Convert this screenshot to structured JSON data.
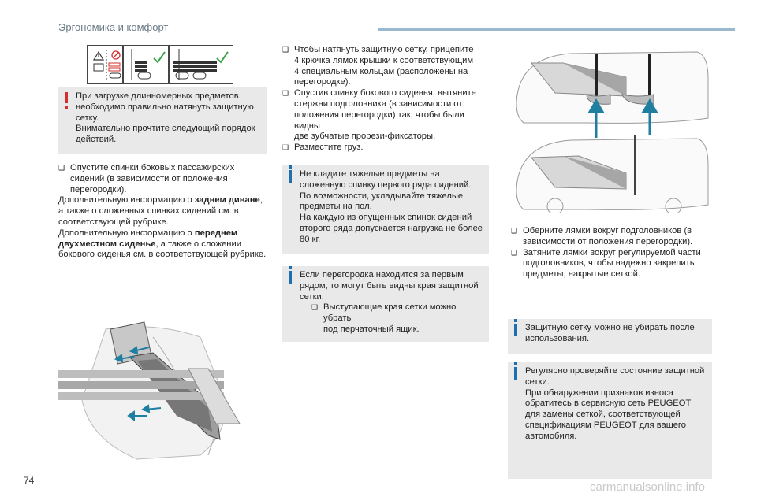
{
  "header": {
    "title": "Эргономика и комфорт"
  },
  "page_number": "74",
  "watermark": "carmanualsonline.info",
  "col1": {
    "warning_lines": [
      "При загрузке длинномерных предметов",
      "необходимо правильно натянуть защитную",
      "сетку.",
      "Внимательно прочтите следующий порядок",
      "действий."
    ],
    "step1": [
      "Опустите спинки боковых пассажирских",
      "сидений (в зависимости от положения",
      "перегородки)."
    ],
    "p1_before": "Дополнительную информацию о ",
    "p1_bold": "заднем диване",
    "p1_after": ",",
    "p1_line2": "а также о сложенных спинках сидений см. в",
    "p1_line3": "соответствующей рубрике.",
    "p2_before": "Дополнительную информацию о ",
    "p2_bold1": "переднем",
    "p2_bold2": "двухместном сиденье",
    "p2_after": ", а также о сложении",
    "p2_line3": "бокового сиденья см. в соответствующей рубрике."
  },
  "col2": {
    "step1": [
      "Чтобы натянуть защитную сетку, прицепите",
      "4 крючка лямок крышки к соответствующим",
      "4 специальным кольцам (расположены на",
      "перегородке)."
    ],
    "step2": [
      "Опустив спинку бокового сиденья, вытяните",
      "стержни подголовника (в зависимости от",
      "положения перегородки) так, чтобы были видны",
      "две зубчатые прорези-фиксаторы."
    ],
    "step3": [
      "Разместите груз."
    ],
    "info1": [
      "Не кладите тяжелые предметы на",
      "сложенную спинку первого ряда сидений.",
      "По возможности, укладывайте тяжелые",
      "предметы на пол.",
      "На каждую из опущенных спинок сидений",
      "второго ряда допускается нагрузка не более",
      "80 кг."
    ],
    "info2_lines": [
      "Если перегородка находится за первым",
      "рядом, то могут быть видны края защитной",
      "сетки."
    ],
    "info2_bullet": [
      "Выступающие края сетки можно убрать",
      "под перчаточный ящик."
    ]
  },
  "col3": {
    "step1": [
      "Оберните лямки вокруг подголовников (в",
      "зависимости от положения перегородки)."
    ],
    "step2": [
      "Затяните лямки вокруг регулируемой части",
      "подголовников, чтобы надежно закрепить",
      "предметы, накрытые сеткой."
    ],
    "info1": [
      "Защитную сетку можно не убирать после",
      "использования."
    ],
    "info2": [
      "Регулярно проверяйте состояние защитной",
      "сетки.",
      "При обнаружении признаков износа",
      "обратитесь в сервисную сеть PEUGEOT",
      "для замены сеткой, соответствующей",
      "спецификациям PEUGEOT для вашего",
      "автомобиля."
    ]
  },
  "icons": {
    "bullet": "checkbox-bullet-icon",
    "warning": "exclamation-icon",
    "info": "info-icon"
  },
  "colors": {
    "warning": "#d32f2f",
    "info": "#1e6fb0",
    "box_bg": "#e9e9e9",
    "header_bar": "#9ab9ce",
    "arrow": "#1e7fa0",
    "check": "#3aa34a"
  }
}
